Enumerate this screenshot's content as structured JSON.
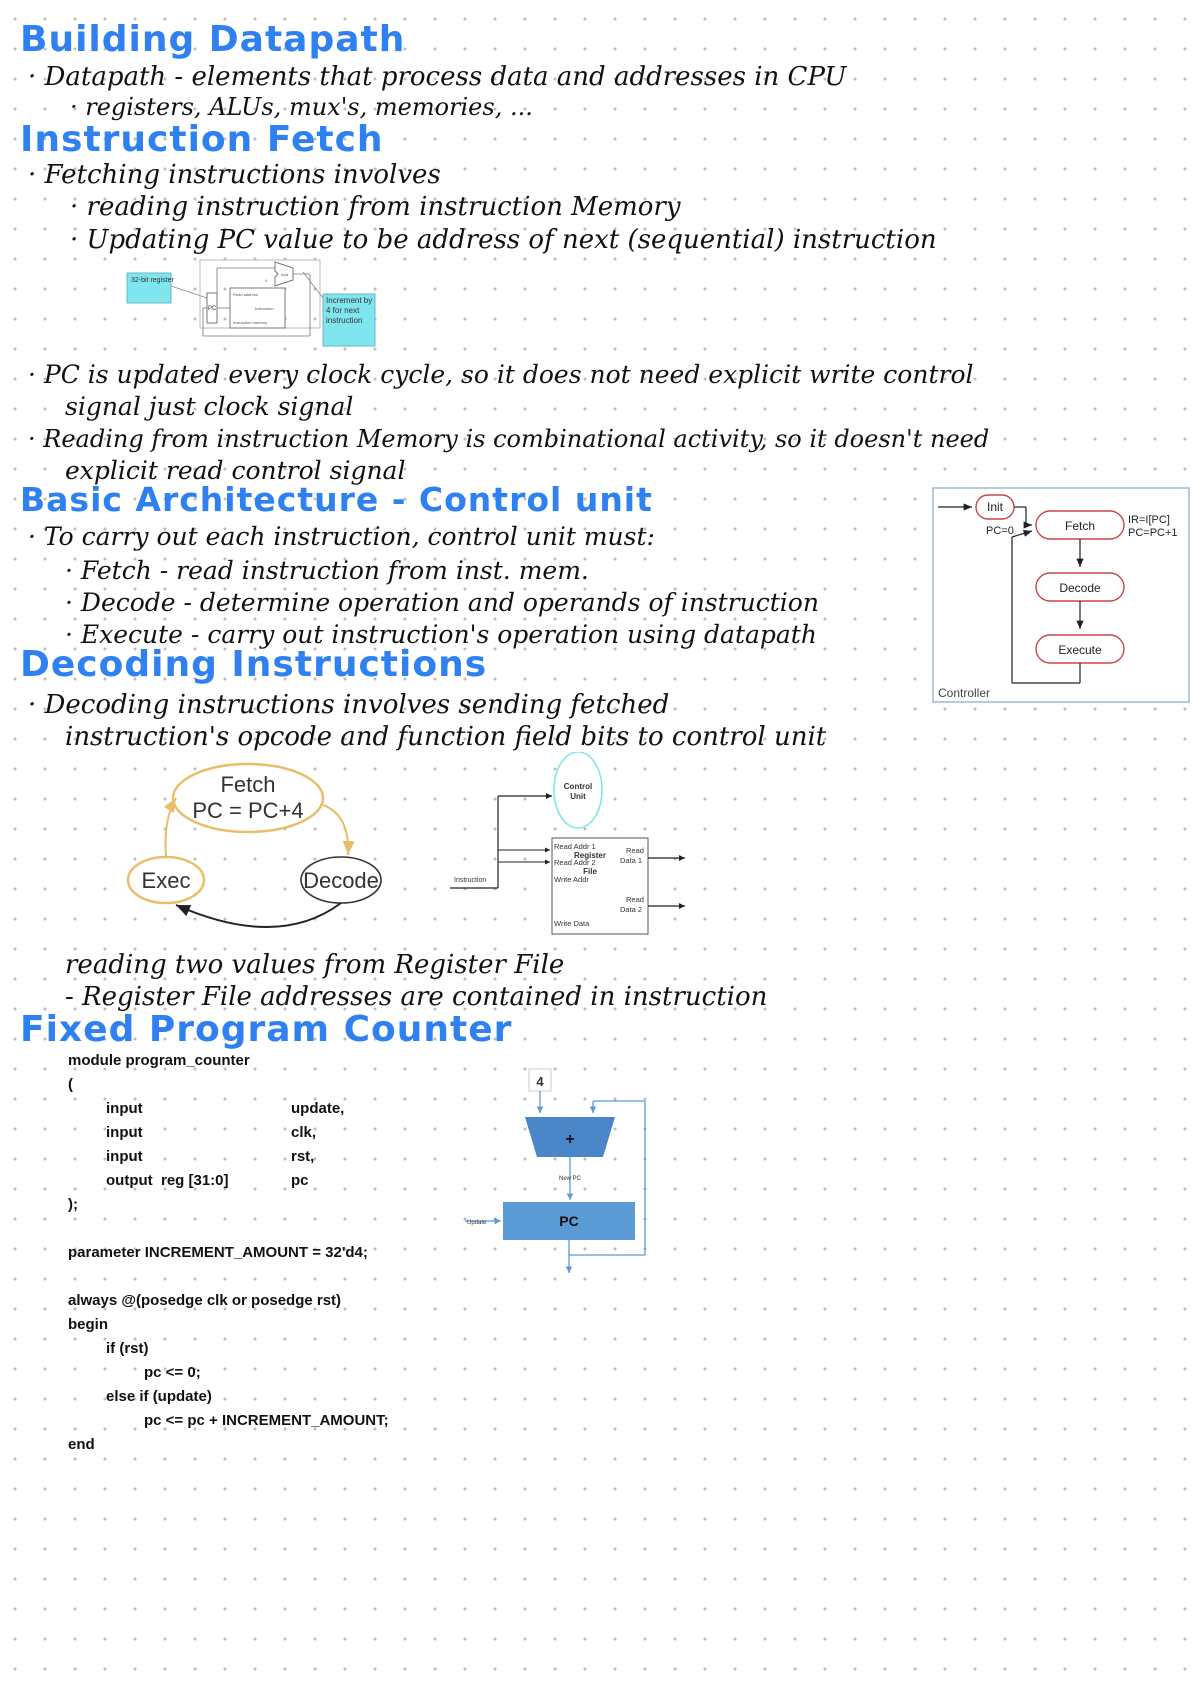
{
  "headings": {
    "building_datapath": "Building Datapath",
    "instruction_fetch": "Instruction Fetch",
    "control_unit": "Basic Architecture - Control unit",
    "decoding": "Decoding Instructions",
    "fixed_pc": "Fixed Program Counter"
  },
  "notes": {
    "datapath_def": "· Datapath - elements that process data and addresses in CPU",
    "datapath_examples": "· registers, ALUs, mux's, memories, ...",
    "fetch_involves": "· Fetching instructions involves",
    "fetch_read": "· reading instruction from instruction Memory",
    "fetch_update": "· Updating PC value to be address of next (sequential) instruction",
    "pc_updated_1": "· PC is updated every clock cycle, so it does not need explicit write control",
    "pc_updated_2": "signal just clock signal",
    "reading_mem_1": "· Reading from instruction Memory is combinational activity, so it doesn't need",
    "reading_mem_2": "explicit read control signal",
    "cu_intro": "· To carry out each instruction, control unit must:",
    "cu_fetch": "· Fetch - read instruction from inst. mem.",
    "cu_decode": "· Decode - determine operation and operands of instruction",
    "cu_execute": "· Execute - carry out instruction's operation using datapath",
    "decoding_1": "· Decoding instructions involves sending fetched",
    "decoding_2": "instruction's opcode and function field bits to control unit",
    "regfile_1": "reading two values from Register File",
    "regfile_2": "- Register File addresses are contained in instruction"
  },
  "fetch_diagram": {
    "register_label": "32-bit register",
    "increment_label": "Increment by 4 for next instruction",
    "pc_label": "PC",
    "read_address": "Read address",
    "instruction": "Instruction",
    "instr_memory": "Instruction memory",
    "add": "Add",
    "four": "4"
  },
  "controller": {
    "init": "Init",
    "pc_init": "PC=0",
    "fetch": "Fetch",
    "fetch_actions": [
      "IR=I[PC]",
      "PC=PC+1"
    ],
    "decode": "Decode",
    "execute": "Execute",
    "label": "Controller"
  },
  "cycle": {
    "fetch": "Fetch",
    "pc_update": "PC = PC+4",
    "exec": "Exec",
    "decode": "Decode"
  },
  "regfile_diagram": {
    "control_unit": [
      "Control",
      "Unit"
    ],
    "instruction": "Instruction",
    "read_addr1": "Read Addr 1",
    "read_addr2": "Read Addr 2",
    "write_addr": "Write Addr",
    "write_data": "Write Data",
    "title": [
      "Register",
      "File"
    ],
    "read_data1": [
      "Read",
      "Data 1"
    ],
    "read_data2": [
      "Read",
      "Data 2"
    ]
  },
  "code_lines": [
    "module program_counter",
    "(",
    "     input                    update,",
    "     input                    clk,",
    "     input                    rst,",
    "     output  reg [31:0]    pc",
    ");",
    "",
    "parameter INCREMENT_AMOUNT = 32'd4;",
    "",
    "always @(posedge clk or posedge rst)",
    "begin",
    "     if (rst)",
    "          pc <= 0;",
    "     else if (update)",
    "          pc <= pc + INCREMENT_AMOUNT;",
    "end"
  ],
  "pc_diagram": {
    "four": "4",
    "plus": "+",
    "new_pc": "New PC",
    "pc": "PC",
    "update": "Update"
  }
}
